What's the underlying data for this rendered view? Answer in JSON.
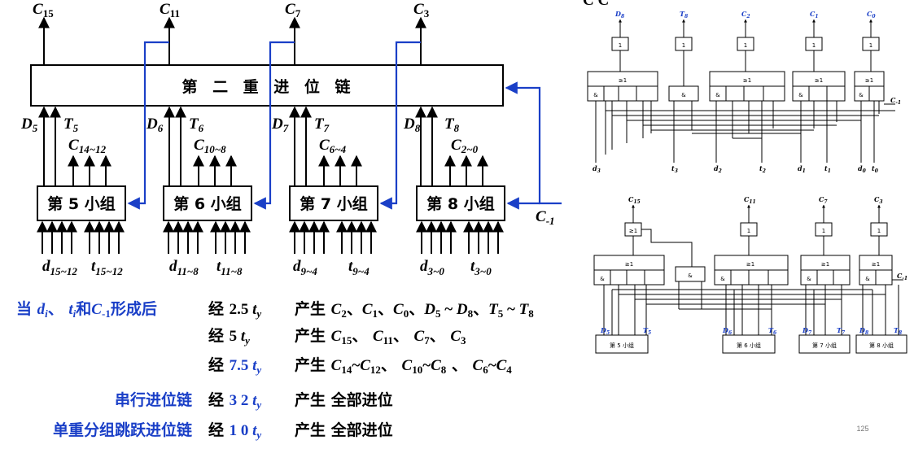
{
  "left_diagram": {
    "top_outputs": [
      "C15",
      "C11",
      "C7",
      "C3"
    ],
    "chain_label": "第 二 重 进 位 链",
    "groups": [
      {
        "label": "第 5 小组",
        "D": "D5",
        "T": "T5",
        "C": "C14~12",
        "d": "d15~12",
        "t": "t15~12"
      },
      {
        "label": "第 6 小组",
        "D": "D6",
        "T": "T6",
        "C": "C10~8",
        "d": "d11~8",
        "t": "t11~8"
      },
      {
        "label": "第 7 小组",
        "D": "D7",
        "T": "T7",
        "C": "C6~4",
        "d": "d9~4",
        "t": "t9~4"
      },
      {
        "label": "第 8 小组",
        "D": "D8",
        "T": "T8",
        "C": "C2~0",
        "d": "d3~0",
        "t": "t3~0"
      }
    ],
    "carry_in": "C-1"
  },
  "text_rows": [
    {
      "left": "当 di、ti和C-1形成后",
      "time": "经 2.5 ty",
      "result": "产生 C2、C1、C0、D5 ~ D8、T5 ~ T8"
    },
    {
      "left": "",
      "time": "经   5 ty",
      "result": "产生 C15、C11、C7、C3"
    },
    {
      "left": "",
      "time": "经 7.5 ty",
      "result": "产生 C14~C12、 C10~C8 、 C6~C4"
    },
    {
      "left": "串行进位链",
      "time": "经 3 2 ty",
      "result": "产生 全部进位"
    },
    {
      "left": "单重分组跳跃进位链",
      "time": "经 1 0 ty",
      "result": "产生 全部进位"
    }
  ],
  "right_top": {
    "top_labels": [
      "D8",
      "T8",
      "C2",
      "C1",
      "C0"
    ],
    "bottom_labels": [
      "d3",
      "t3",
      "d2",
      "t2",
      "d1",
      "t1",
      "d0",
      "t0"
    ],
    "carry": "C-1",
    "or_label": "≥1",
    "and_label": "&",
    "not_label": "1"
  },
  "right_bottom": {
    "top_labels": [
      "C15",
      "C11",
      "C7",
      "C3"
    ],
    "groups": [
      "第 5 小组",
      "第 6 小组",
      "第 7 小组",
      "第 8 小组"
    ],
    "group_DT": [
      [
        "D5",
        "T5"
      ],
      [
        "D6",
        "T6"
      ],
      [
        "D7",
        "T7"
      ],
      [
        "D8",
        "T8"
      ]
    ],
    "carry": "C-1"
  },
  "page_number": "125"
}
